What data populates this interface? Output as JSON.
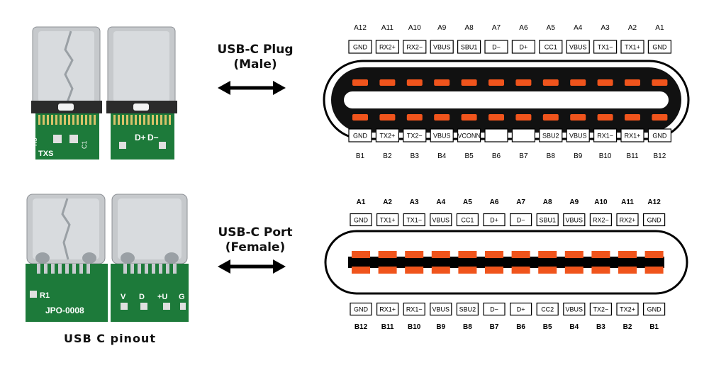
{
  "plug": {
    "title_line1": "USB-C Plug",
    "title_line2": "(Male)",
    "top_ids": [
      "A12",
      "A11",
      "A10",
      "A9",
      "A8",
      "A7",
      "A6",
      "A5",
      "A4",
      "A3",
      "A2",
      "A1"
    ],
    "top_names": [
      "GND",
      "RX2+",
      "RX2−",
      "VBUS",
      "SBU1",
      "D−",
      "D+",
      "CC1",
      "VBUS",
      "TX1−",
      "TX1+",
      "GND"
    ],
    "bottom_names": [
      "GND",
      "TX2+",
      "TX2−",
      "VBUS",
      "VCONN",
      "",
      "",
      "SBU2",
      "VBUS",
      "RX1−",
      "RX1+",
      "GND"
    ],
    "bottom_ids": [
      "B1",
      "B2",
      "B3",
      "B4",
      "B5",
      "B6",
      "B7",
      "B8",
      "B9",
      "B10",
      "B11",
      "B12"
    ]
  },
  "port": {
    "title_line1": "USB-C Port",
    "title_line2": "(Female)",
    "top_ids": [
      "A1",
      "A2",
      "A3",
      "A4",
      "A5",
      "A6",
      "A7",
      "A8",
      "A9",
      "A10",
      "A11",
      "A12"
    ],
    "top_names": [
      "GND",
      "TX1+",
      "TX1−",
      "VBUS",
      "CC1",
      "D+",
      "D−",
      "SBU1",
      "VBUS",
      "RX2−",
      "RX2+",
      "GND"
    ],
    "bottom_names": [
      "GND",
      "RX1+",
      "RX1−",
      "VBUS",
      "SBU2",
      "D−",
      "D+",
      "CC2",
      "VBUS",
      "TX2−",
      "TX2+",
      "GND"
    ],
    "bottom_ids": [
      "B12",
      "B11",
      "B10",
      "B9",
      "B8",
      "B7",
      "B6",
      "B5",
      "B4",
      "B3",
      "B2",
      "B1"
    ]
  },
  "photos": {
    "plug_left_labels": [
      "R3",
      "TXS",
      "C1"
    ],
    "plug_right_labels": [
      "D+",
      "D−"
    ],
    "port_left_labels": [
      "R1",
      "JPO-0008"
    ],
    "port_right_labels": [
      "V",
      "D",
      "+U",
      "G"
    ]
  },
  "caption": "USB C pinout",
  "colors": {
    "pin": "#f0541c",
    "board": "#1d7a3a",
    "metal": "#b9bcbf",
    "shell": "#111111"
  }
}
